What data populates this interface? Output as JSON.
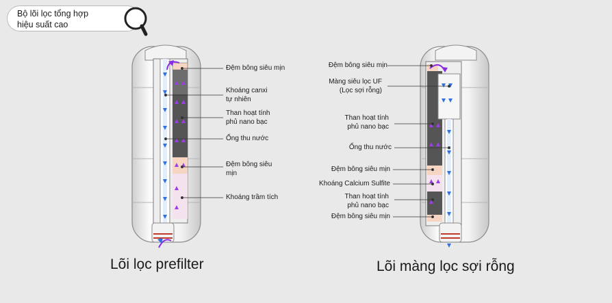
{
  "bubble": {
    "line1": "Bộ lõi lọc tổng hợp",
    "line2": "hiệu suất cao"
  },
  "left": {
    "title": "Lõi lọc prefilter",
    "labels": [
      "Đệm bông siêu mịn",
      "Khoáng canxi",
      "tự nhiên",
      "Than hoạt tính",
      "phủ nano bạc",
      "Ống thu nước",
      "Đệm bông siêu",
      "mịn",
      "Khoáng trầm tích"
    ]
  },
  "right": {
    "title": "Lõi màng lọc sợi rỗng",
    "labels": [
      "Đệm bông siêu mịn",
      "Màng siêu lọc UF",
      "(Lọc sợi rỗng)",
      "Than hoạt tính",
      "phủ nano bạc",
      "Ống thu nước",
      "Đệm bông siêu mịn",
      "Khoáng Calcium Sulfite",
      "Than hoạt tính",
      "phủ nano bạc",
      "Đệm bông siêu mịn"
    ]
  },
  "colors": {
    "background": "#e9e9e9",
    "housing": "#ffffff",
    "carbon": "#5b5b5b",
    "cotton_pad": "#f6d6c2",
    "sediment": "#f4e2ee",
    "uf_membrane": "#f6f6f6",
    "arrow_blue": "#2f6fe0",
    "arrow_purple": "#8a2be2"
  }
}
